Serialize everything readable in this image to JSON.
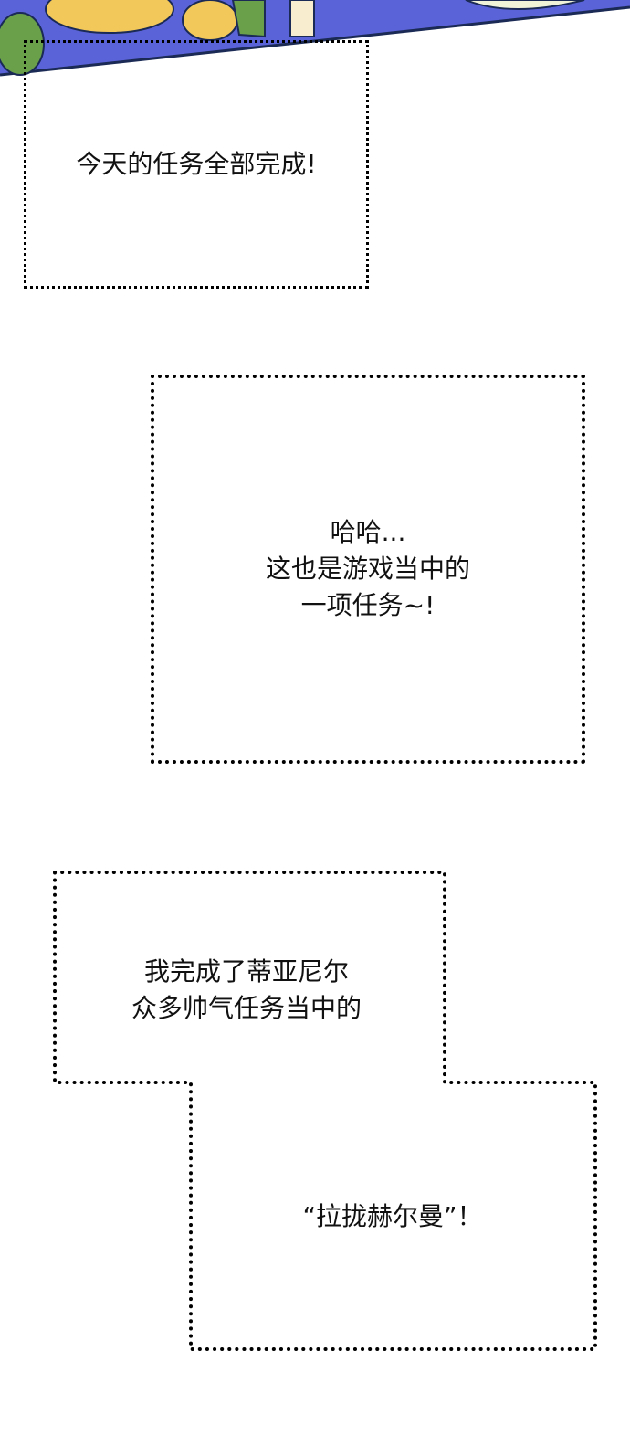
{
  "captions": {
    "box1": [
      "今天的任务全部完成!"
    ],
    "box2": [
      "哈哈...",
      "这也是游戏当中的",
      "一项任务~!"
    ],
    "box3_top": [
      "我完成了蒂亚尼尔",
      "众多帅气任务当中的"
    ],
    "box3_bottom": [
      "“拉拢赫尔曼”！"
    ]
  },
  "colors": {
    "sky": "#5b63d8",
    "outline": "#1a2a55",
    "flower": "#f3c85a",
    "leaf": "#6aa04a",
    "border": "#000000"
  }
}
